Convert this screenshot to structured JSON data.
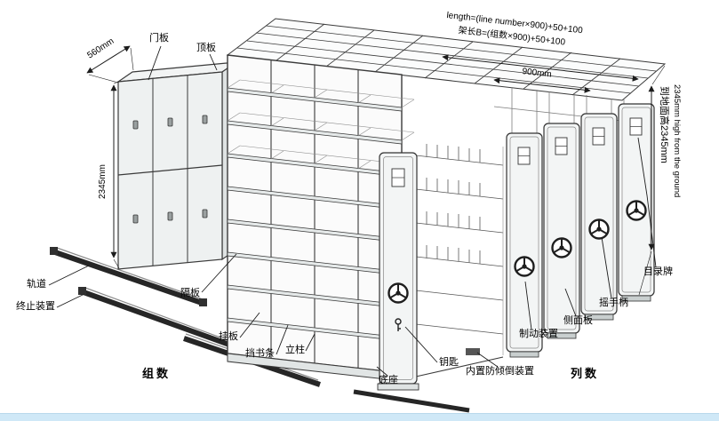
{
  "dims": {
    "depth_560": "560mm",
    "height_left": "2345mm",
    "formula_en": "length=(line number×900)+50+100",
    "formula_cn": "架长B=(组数×900)+50+100",
    "bay_900": "900mm",
    "ground_cn": "到地面高2345mm",
    "ground_en": "2345mm high from the ground"
  },
  "parts": {
    "door_panel": "门板",
    "top_panel": "顶板",
    "rail": "轨道",
    "end_stop": "终止装置",
    "shelf_board": "隔板",
    "hang_board": "挂板",
    "book_stop": "挡书条",
    "upright": "立柱",
    "base": "底座",
    "key": "钥匙",
    "anti_tip": "内置防倾倒装置",
    "brake": "制动装置",
    "side_panel": "侧面板",
    "crank": "摇手柄",
    "catalog": "目录牌"
  },
  "captions": {
    "group_count": "组数",
    "row_count": "列数"
  }
}
